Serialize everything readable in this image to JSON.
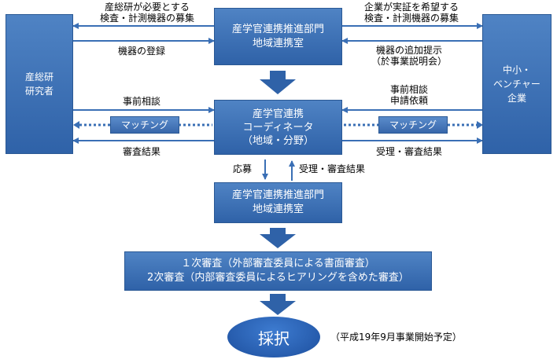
{
  "nodes": {
    "aist": [
      "産総研",
      "研究者"
    ],
    "sme": [
      "中小・",
      "ベンチャー",
      "企業"
    ],
    "office_top": [
      "産学官連携推進部門",
      "地域連携室"
    ],
    "coordinator": [
      "産学官連携",
      "コーディネータ",
      "（地域・分野）"
    ],
    "office_mid": [
      "産学官連携推進部門",
      "地域連携室"
    ],
    "review": [
      "１次審査（外部審査委員による書面審査）",
      "2次審査（内部審査委員によるヒアリングを含めた審査）"
    ],
    "adopt": "採択"
  },
  "labels": {
    "recruit_left": [
      "産総研が必要とする",
      "検査・計測機器の募集"
    ],
    "recruit_right": [
      "企業が実証を希望する",
      "検査・計測機器の募集"
    ],
    "register": "機器の登録",
    "additional": [
      "機器の追加提示",
      "（於事業説明会）"
    ],
    "prior_left": "事前相談",
    "prior_right": [
      "事前相談",
      "申請依頼"
    ],
    "matching_left": "マッチング",
    "matching_right": "マッチング",
    "result_left": "審査結果",
    "result_right": "受理・審査結果",
    "apply": "応募",
    "accept": "受理・審査結果",
    "schedule": "（平成19年9月事業開始予定）"
  }
}
